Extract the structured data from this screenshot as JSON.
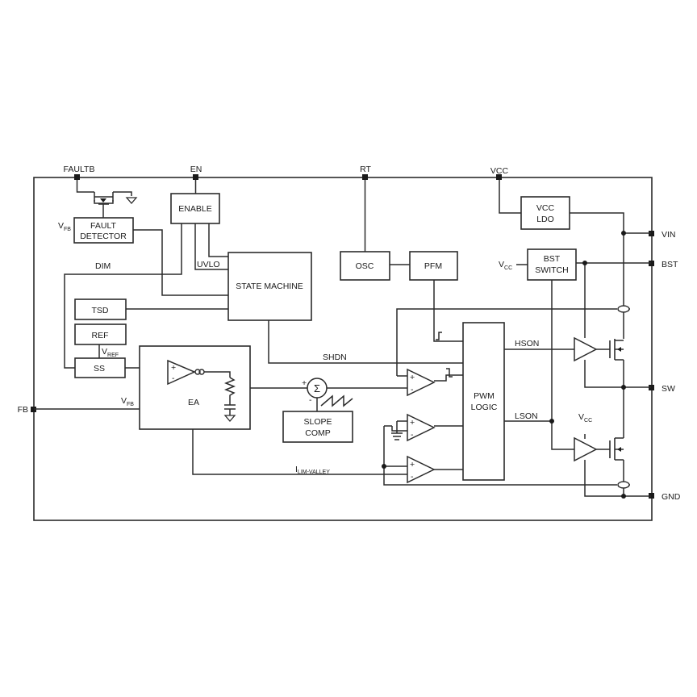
{
  "pins": {
    "faultb": "FAULTB",
    "en": "EN",
    "rt": "RT",
    "vcc": "VCC",
    "vin": "VIN",
    "bst": "BST",
    "sw": "SW",
    "gnd": "GND",
    "fb": "FB"
  },
  "blocks": {
    "enable": "ENABLE",
    "fault_detector_l1": "FAULT",
    "fault_detector_l2": "DETECTOR",
    "state_machine": "STATE MACHINE",
    "osc": "OSC",
    "pfm": "PFM",
    "vcc_ldo_l1": "VCC",
    "vcc_ldo_l2": "LDO",
    "bst_switch_l1": "BST",
    "bst_switch_l2": "SWITCH",
    "tsd": "TSD",
    "ref": "REF",
    "ss": "SS",
    "ea": "EA",
    "slope_comp_l1": "SLOPE",
    "slope_comp_l2": "COMP",
    "pwm_logic_l1": "PWM",
    "pwm_logic_l2": "LOGIC"
  },
  "signals": {
    "dim": "DIM",
    "uvlo": "UVLO",
    "shdn": "SHDN",
    "hson": "HSON",
    "lson": "LSON",
    "vfb_fault": {
      "main": "V",
      "sub": "FB"
    },
    "vfb_ea": {
      "main": "V",
      "sub": "FB"
    },
    "vref": {
      "main": "V",
      "sub": "REF"
    },
    "vcc_bst": {
      "main": "V",
      "sub": "CC"
    },
    "vcc_ls": {
      "main": "V",
      "sub": "CC"
    },
    "ilim": {
      "main": "I",
      "sub": "LIM-VALLEY"
    }
  },
  "symbols": {
    "plus": "+",
    "minus": "-",
    "sigma": "Σ"
  }
}
